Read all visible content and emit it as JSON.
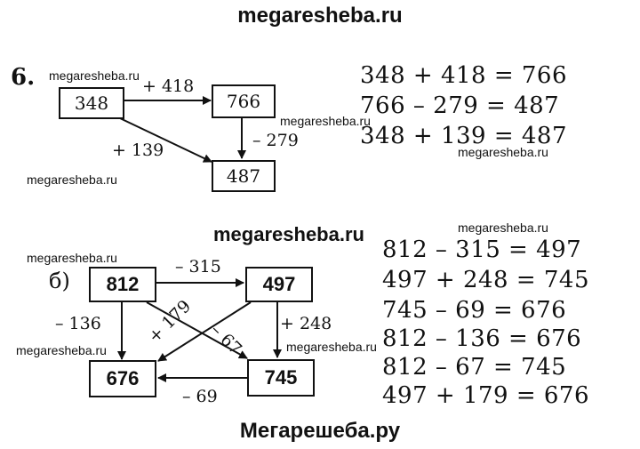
{
  "watermarks": {
    "top": "megaresheba.ru",
    "middle": "megaresheba.ru",
    "bottom": "Мегарешеба.ру",
    "small": "megaresheba.ru"
  },
  "task_number": "6.",
  "part_b_label": "б)",
  "diagram_a": {
    "boxes": [
      "348",
      "766",
      "487"
    ],
    "operations": [
      "+ 418",
      "– 279",
      "+ 139"
    ]
  },
  "equations_a": [
    "348 + 418 = 766",
    "766 – 279 = 487",
    "348 + 139 = 487"
  ],
  "diagram_b": {
    "boxes": [
      "812",
      "497",
      "676",
      "745"
    ],
    "operations": [
      "– 315",
      "– 136",
      "+ 248",
      "+ 179",
      "– 67",
      "– 69"
    ]
  },
  "equations_b": [
    "812 – 315 = 497",
    "497 + 248 = 745",
    "745 – 69 = 676",
    "812 – 136 = 676",
    "812 – 67 = 745",
    "497 + 179 = 676"
  ]
}
